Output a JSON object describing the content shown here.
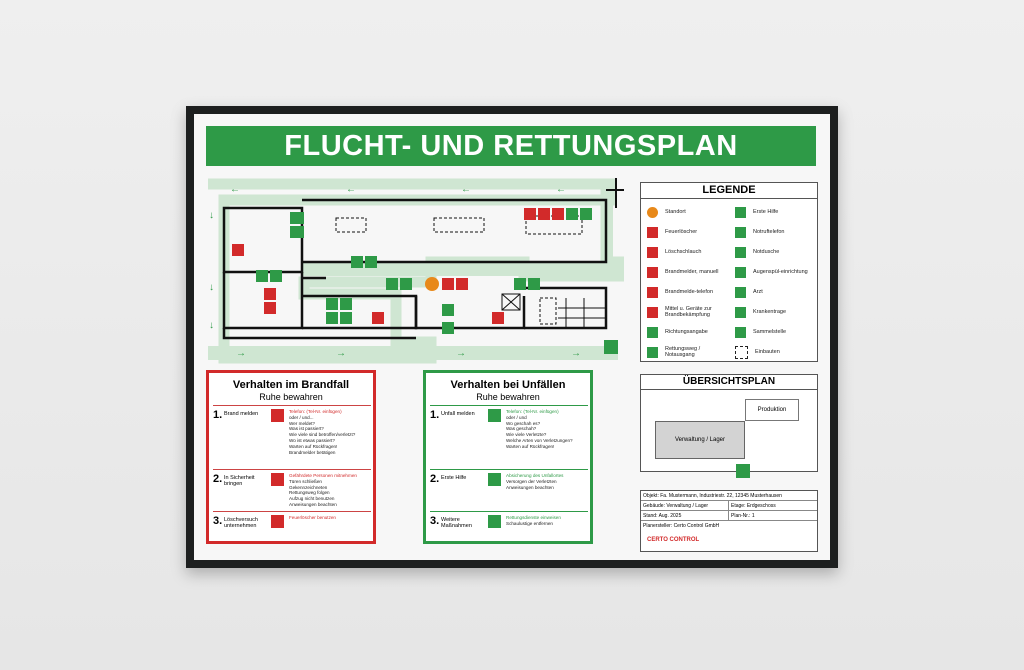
{
  "title": "FLUCHT- UND RETTUNGSPLAN",
  "legend": {
    "heading": "LEGENDE",
    "items": [
      {
        "label": "Standort",
        "icon": "location-dot-icon",
        "color": "#e8891a"
      },
      {
        "label": "Erste Hilfe",
        "icon": "first-aid-icon",
        "color": "#2e9a47"
      },
      {
        "label": "Feuerlöscher",
        "icon": "fire-extinguisher-icon",
        "color": "#d22a2a"
      },
      {
        "label": "Notruftelefon",
        "icon": "emergency-phone-icon",
        "color": "#2e9a47"
      },
      {
        "label": "Löschschlauch",
        "icon": "fire-hose-icon",
        "color": "#d22a2a"
      },
      {
        "label": "Notdusche",
        "icon": "emergency-shower-icon",
        "color": "#2e9a47"
      },
      {
        "label": "Brandmelder, manuell",
        "icon": "fire-alarm-icon",
        "color": "#d22a2a"
      },
      {
        "label": "Augenspül-einrichtung",
        "icon": "eyewash-icon",
        "color": "#2e9a47"
      },
      {
        "label": "Brandmelde-telefon",
        "icon": "fire-phone-icon",
        "color": "#d22a2a"
      },
      {
        "label": "Arzt",
        "icon": "doctor-icon",
        "color": "#2e9a47"
      },
      {
        "label": "Mittel u. Geräte zur Brandbekämpfung",
        "icon": "firefighting-equipment-icon",
        "color": "#d22a2a"
      },
      {
        "label": "Krankentrage",
        "icon": "stretcher-icon",
        "color": "#2e9a47"
      },
      {
        "label": "Richtungsangabe",
        "icon": "direction-arrow-icon",
        "color": "#2e9a47"
      },
      {
        "label": "Sammelstelle",
        "icon": "assembly-point-icon",
        "color": "#2e9a47"
      },
      {
        "label": "Rettungsweg / Notausgang",
        "icon": "emergency-exit-icon",
        "color": "#2e9a47"
      },
      {
        "label": "Einbauten",
        "icon": "fixtures-icon",
        "color": "#222222"
      }
    ]
  },
  "overview": {
    "heading": "ÜBERSICHTSPLAN",
    "production": "Produktion",
    "admin": "Verwaltung / Lager"
  },
  "info": {
    "object": "Objekt: Fa. Mustermann, Industriestr. 22, 12345 Musterhausen",
    "building": "Gebäude: Verwaltung / Lager",
    "floor": "Etage: Erdgeschoss",
    "date": "Stand: Aug. 2025",
    "plan_no": "Plan-Nr.: 1",
    "creator": "Planersteller: Certo Control GmbH",
    "logo": "CERTO CONTROL"
  },
  "fire": {
    "heading": "Verhalten im Brandfall",
    "sub": "Ruhe bewahren",
    "steps": [
      {
        "n": "1.",
        "title": "Brand melden",
        "lines": [
          "Telefon: (Tel-Nr. einfügen)",
          "oder / und...",
          "Wer meldet?",
          "Was ist passiert?",
          "Wie viele sind betroffen/verletzt?",
          "Wo ist etwas passiert?",
          "Warten auf Rückfragen!",
          "Brandmelder betätigen"
        ]
      },
      {
        "n": "2.",
        "title": "In Sicherheit bringen",
        "lines": [
          "Gefährdete Personen mitnehmen",
          "Türen schließen",
          "Gekennzeichneten",
          "Rettungsweg folgen",
          "Aufzug nicht benutzen",
          "Anweisungen beachten"
        ]
      },
      {
        "n": "3.",
        "title": "Löschversuch unternehmen",
        "lines": [
          "Feuerlöscher benutzen"
        ]
      }
    ]
  },
  "accident": {
    "heading": "Verhalten bei Unfällen",
    "sub": "Ruhe bewahren",
    "steps": [
      {
        "n": "1.",
        "title": "Unfall melden",
        "lines": [
          "Telefon: (Tel-Nr. einfügen)",
          "oder / und",
          "Wo geschah es?",
          "Was geschah?",
          "Wie viele Verletzte?",
          "Welche Arten von Verletzungen?",
          "Warten auf Rückfragen!"
        ]
      },
      {
        "n": "2.",
        "title": "Erste Hilfe",
        "lines": [
          "Absicherung des Unfallortes",
          "Versorgen der Verletzten",
          "Anweisungen beachten"
        ]
      },
      {
        "n": "3.",
        "title": "Weitere Maßnahmen",
        "lines": [
          "Rettungsdienste einweisen",
          "Schaulustige entfernen"
        ]
      }
    ]
  }
}
